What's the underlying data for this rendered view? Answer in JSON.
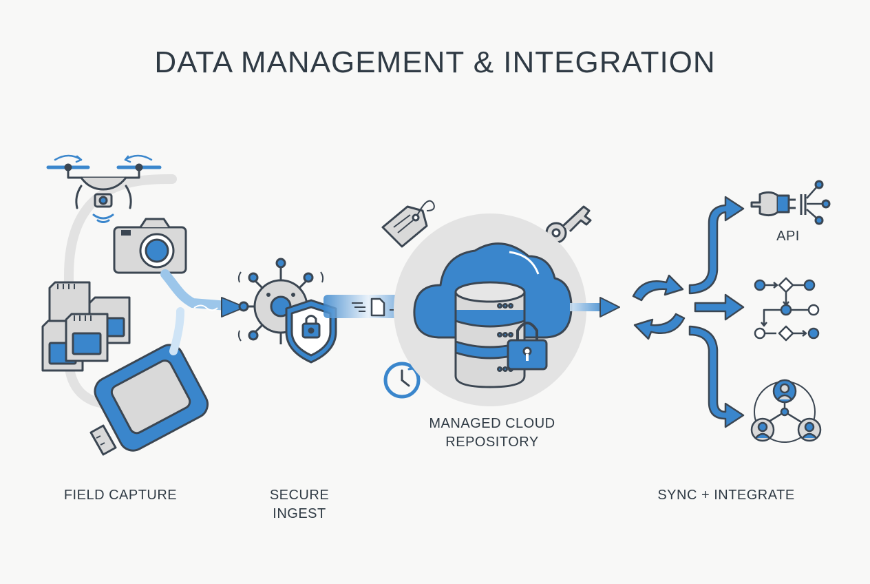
{
  "title": "DATA MANAGEMENT & INTEGRATION",
  "stages": {
    "field_capture": "FIELD CAPTURE",
    "secure_ingest_line1": "SECURE",
    "secure_ingest_line2": "INGEST",
    "repo_line1": "MANAGED CLOUD",
    "repo_line2": "REPOSITORY",
    "sync": "SYNC + INTEGRATE"
  },
  "outputs": {
    "api": "API"
  },
  "colors": {
    "accent": "#3a86cc",
    "accent_light": "#6aaee6",
    "outline": "#3b4652",
    "gray_fill": "#d9d9d9",
    "bg": "#f8f8f7"
  }
}
